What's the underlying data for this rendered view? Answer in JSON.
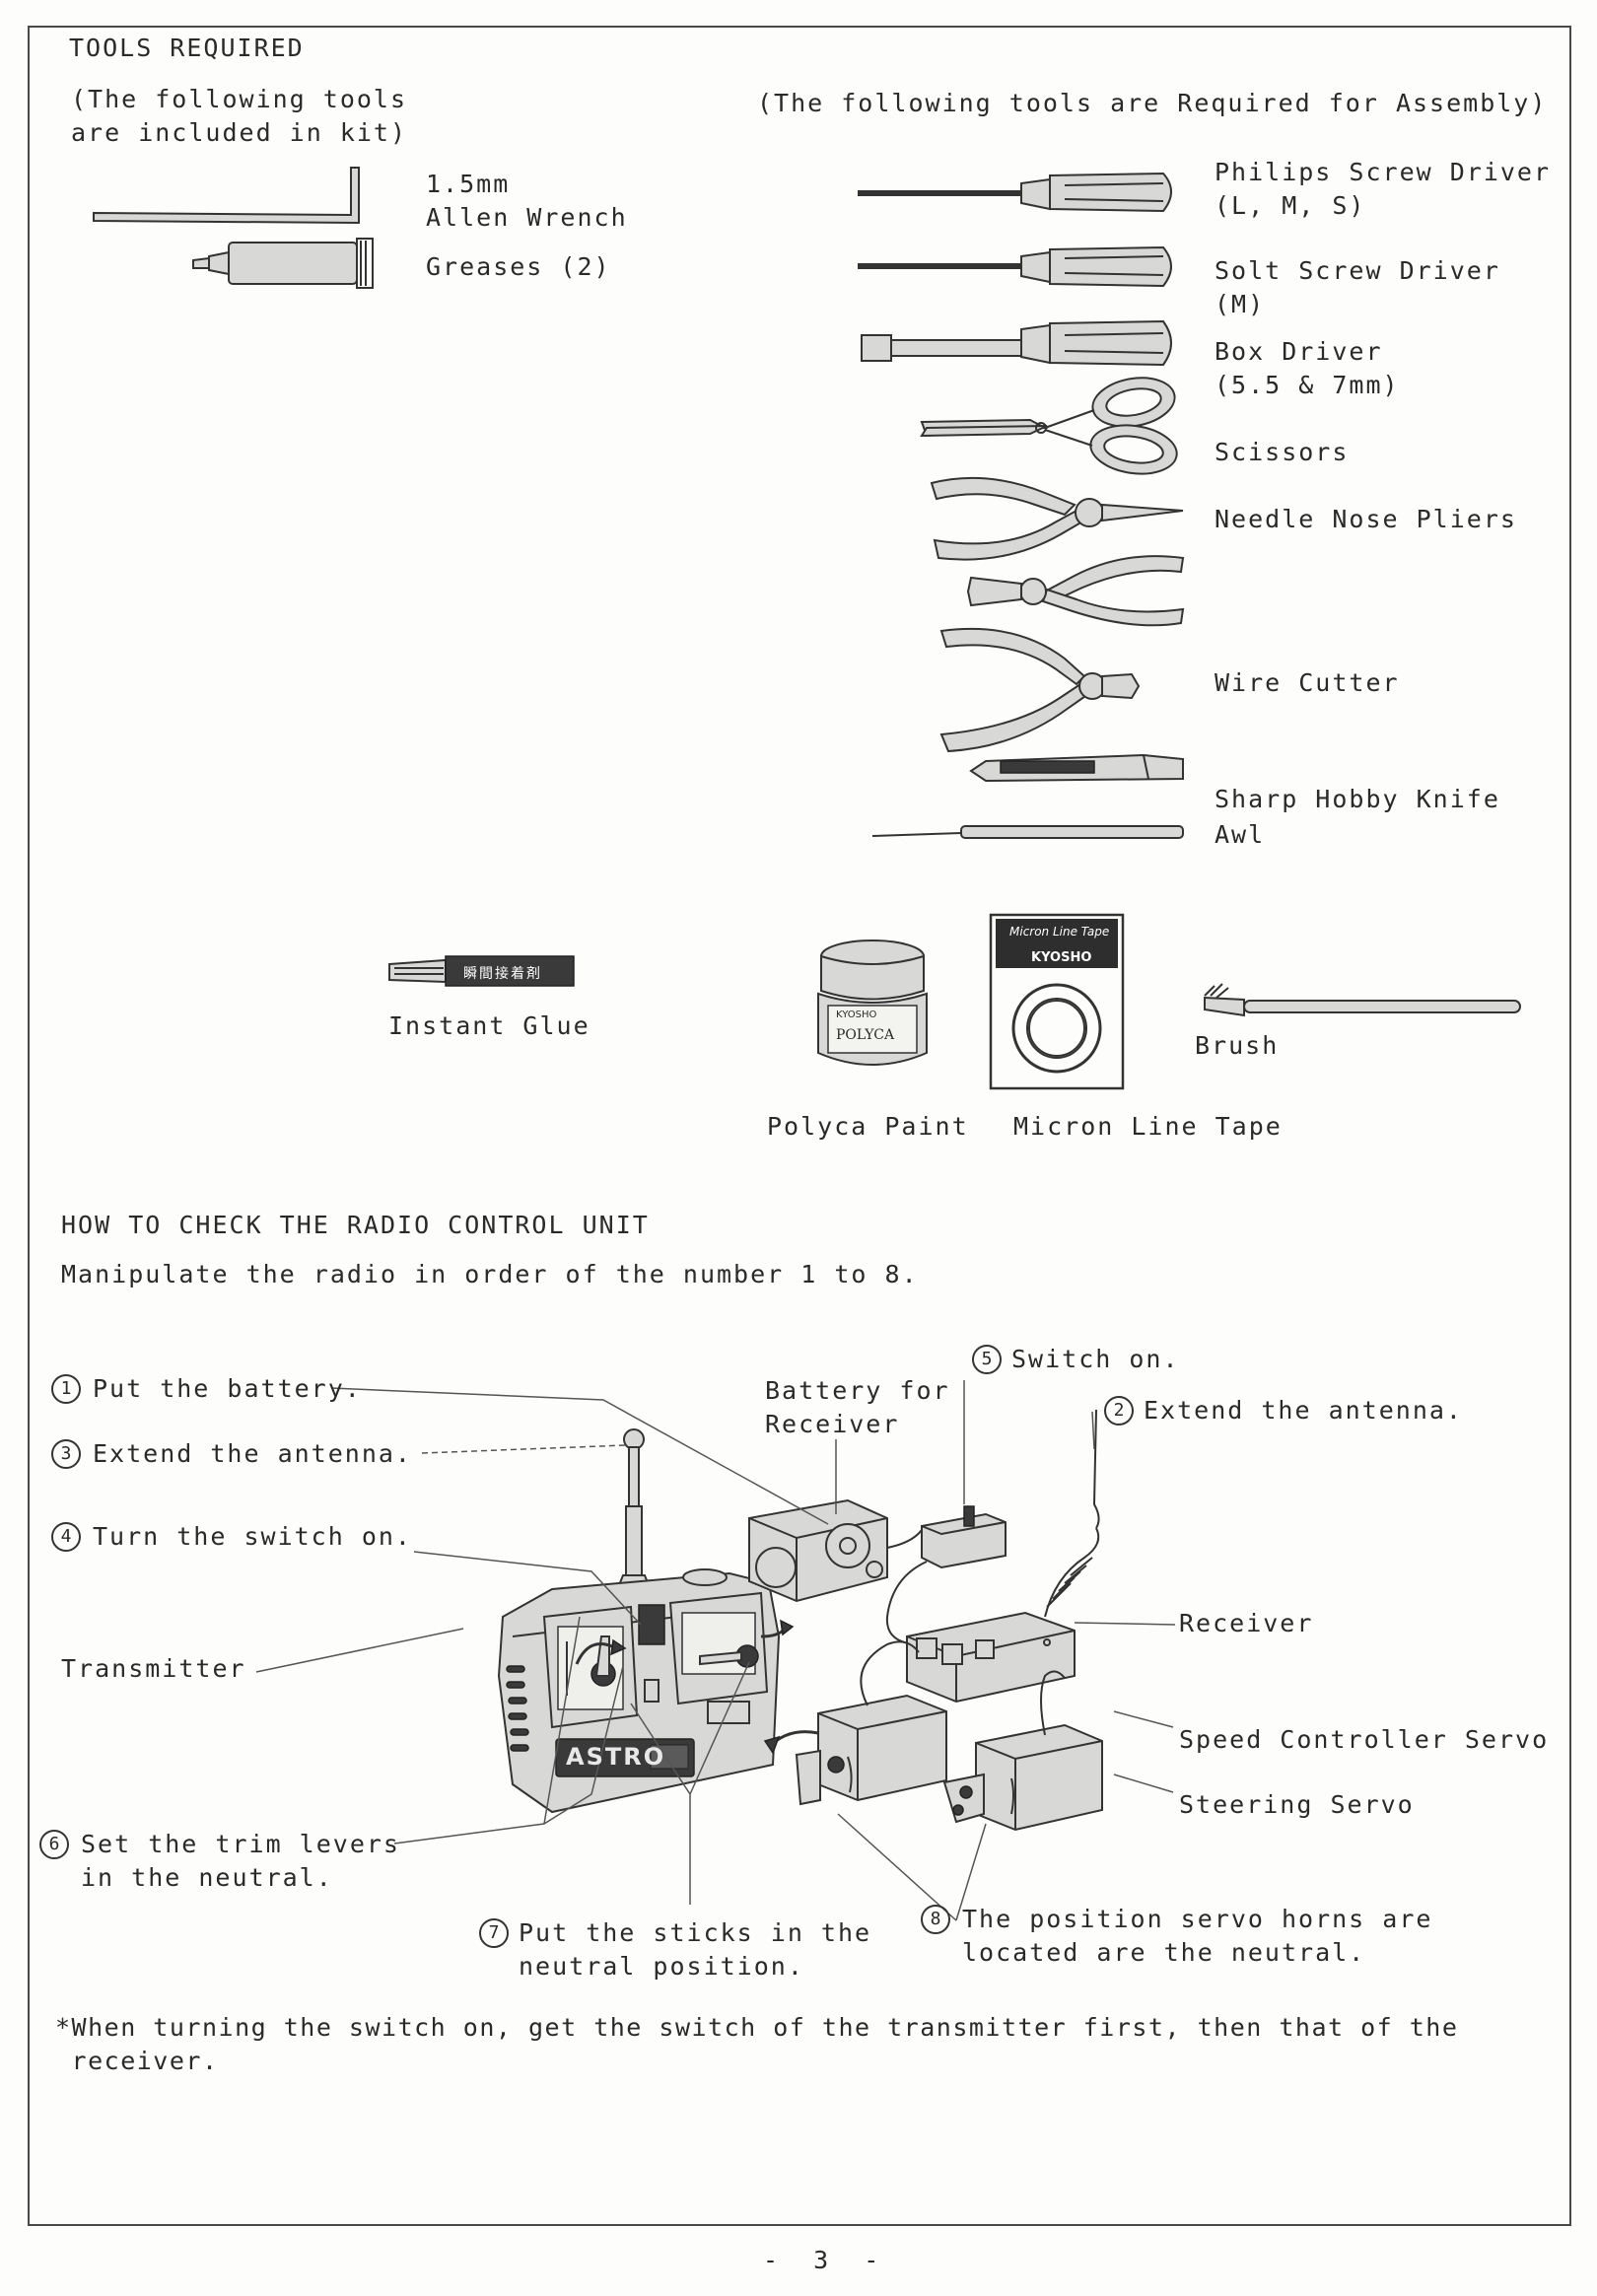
{
  "tools": {
    "heading": "TOOLS REQUIRED",
    "kit_note_line1": "(The following tools",
    "kit_note_line2": "are included in kit)",
    "assembly_note": "(The following tools are Required for Assembly)",
    "kit_items": {
      "allen_line1": "1.5mm",
      "allen_line2": "Allen Wrench",
      "greases": "Greases (2)"
    },
    "assembly_items": {
      "philips_line1": "Philips Screw Driver",
      "philips_line2": "(L, M, S)",
      "slot_line1": "Solt Screw Driver",
      "slot_line2": "(M)",
      "box_line1": "Box Driver",
      "box_line2": "(5.5 & 7mm)",
      "scissors": "Scissors",
      "pliers": "Needle Nose Pliers",
      "cutter": "Wire Cutter",
      "knife": "Sharp Hobby Knife",
      "awl": "Awl"
    },
    "supplies": {
      "glue": "Instant Glue",
      "glue_tube_text": "瞬間接着剤",
      "paint": "Polyca Paint",
      "paint_jar_brand": "KYOSHO",
      "paint_jar_label": "POLYCA",
      "tape": "Micron Line Tape",
      "tape_box_label": "Micron Line Tape",
      "tape_box_brand": "KYOSHO",
      "brush": "Brush"
    }
  },
  "radio_check": {
    "heading": "HOW TO CHECK THE RADIO CONTROL UNIT",
    "intro": "Manipulate the radio in order of the number 1 to 8.",
    "steps": [
      {
        "num": "1",
        "line1": "Put the battery.",
        "line2": ""
      },
      {
        "num": "2",
        "line1": "Extend the antenna.",
        "line2": ""
      },
      {
        "num": "3",
        "line1": "Extend the antenna.",
        "line2": ""
      },
      {
        "num": "4",
        "line1": "Turn the switch on.",
        "line2": ""
      },
      {
        "num": "5",
        "line1": "Switch on.",
        "line2": ""
      },
      {
        "num": "6",
        "line1": "Set the trim levers",
        "line2": "in the neutral."
      },
      {
        "num": "7",
        "line1": "Put the sticks in the",
        "line2": "neutral position."
      },
      {
        "num": "8",
        "line1": "The position servo horns are",
        "line2": "located are the neutral."
      }
    ],
    "parts": {
      "battery_line1": "Battery for",
      "battery_line2": "Receiver",
      "receiver": "Receiver",
      "transmitter": "Transmitter",
      "speed_servo": "Speed Controller Servo",
      "steering_servo": "Steering Servo",
      "tx_brand": "ASTRO"
    },
    "note_line1": "*When turning the switch on, get the switch of the transmitter first, then that of the",
    "note_line2": " receiver."
  },
  "page_number": "-  3  -"
}
